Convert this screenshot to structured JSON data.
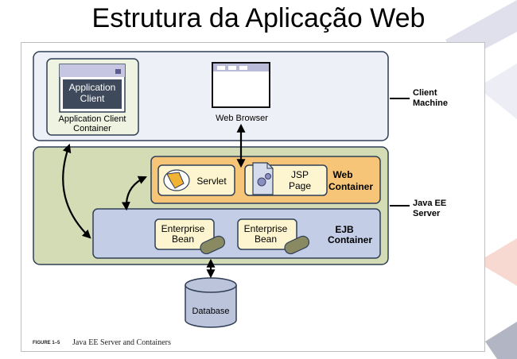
{
  "title": "Estrutura da Aplicação Web",
  "client_machine": {
    "label_line1": "Client",
    "label_line2": "Machine",
    "app_client_box_line1": "Application",
    "app_client_box_line2": "Client",
    "app_client_container_line1": "Application Client",
    "app_client_container_line2": "Container",
    "web_browser": "Web Browser"
  },
  "server": {
    "label_line1": "Java EE",
    "label_line2": "Server",
    "web_container_line1": "Web",
    "web_container_line2": "Container",
    "servlet": "Servlet",
    "jsp_line1": "JSP",
    "jsp_line2": "Page",
    "ejb_container_line1": "EJB",
    "ejb_container_line2": "Container",
    "bean1_line1": "Enterprise",
    "bean1_line2": "Bean",
    "bean2_line1": "Enterprise",
    "bean2_line2": "Bean"
  },
  "database": "Database",
  "caption": {
    "number": "FIGURE 1–5",
    "text": "Java EE Server and Containers"
  },
  "colors": {
    "client_tier": "#eef0f8",
    "server_tier": "#d3dcb4",
    "web_container": "#f6c577",
    "ejb_container": "#c3cde6",
    "component_box": "#fdf5cf",
    "bean_pill": "#8a8a62",
    "app_client_dark": "#3e4a5c"
  }
}
